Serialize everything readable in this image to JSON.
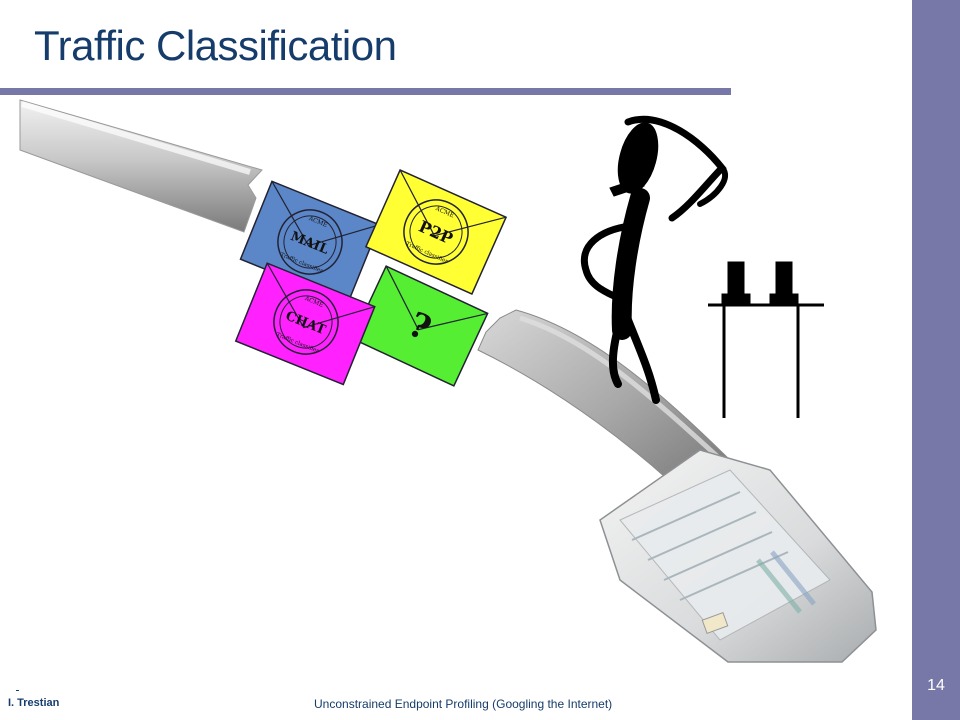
{
  "slide": {
    "title": "Traffic Classification",
    "number": "14"
  },
  "footer": {
    "author": "I. Trestian",
    "talk_title": "Unconstrained Endpoint Profiling (Googling the Internet)"
  },
  "envelopes": [
    {
      "stamp_top": "ACME",
      "label": "MAIL",
      "stamp_bottom": "Traffic classifier",
      "color": "#5b86c8"
    },
    {
      "stamp_top": "ACME",
      "label": "P2P",
      "stamp_bottom": "Traffic classifier",
      "color": "#ffff33"
    },
    {
      "stamp_top": "ACME",
      "label": "CHAT",
      "stamp_bottom": "Traffic classifier",
      "color": "#ff22ff"
    },
    {
      "label": "?",
      "color": "#55ee33"
    }
  ],
  "colors": {
    "title": "#163c6b",
    "accent_bar": "#7878a8",
    "cable": "#b4b4b4"
  }
}
